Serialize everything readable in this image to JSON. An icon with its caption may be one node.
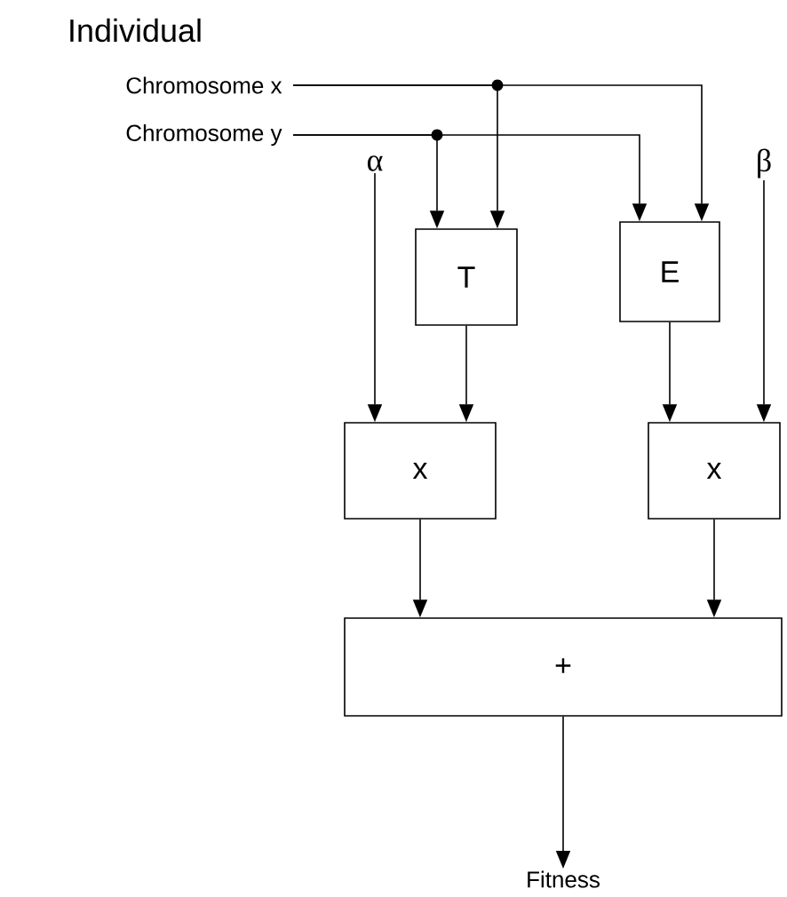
{
  "diagram": {
    "nodes": [
      {
        "text": [
          "Chromosome x"
        ]
      },
      {
        "text": [
          "Chromosome y"
        ]
      },
      {
        "text": [
          "α"
        ]
      },
      {
        "text": [
          "β"
        ]
      },
      {
        "text": [
          "T"
        ]
      },
      {
        "text": [
          "E"
        ]
      },
      {
        "text": [
          "x"
        ]
      },
      {
        "text": [
          "x"
        ]
      },
      {
        "text": [
          "+"
        ]
      },
      {
        "text": [
          "Fitness"
        ]
      }
    ],
    "edges": [
      {
        "from": 0,
        "to": 4,
        "arrow": "to"
      },
      {
        "from": 0,
        "to": 5,
        "arrow": "to"
      },
      {
        "from": 1,
        "to": 4,
        "arrow": "to"
      },
      {
        "from": 1,
        "to": 5,
        "arrow": "to"
      },
      {
        "from": 2,
        "to": 6,
        "arrow": "to"
      },
      {
        "from": 4,
        "to": 6,
        "arrow": "to"
      },
      {
        "from": 5,
        "to": 7,
        "arrow": "to"
      },
      {
        "from": 3,
        "to": 7,
        "arrow": "to"
      },
      {
        "from": 6,
        "to": 8,
        "arrow": "to"
      },
      {
        "from": 7,
        "to": 8,
        "arrow": "to"
      },
      {
        "from": 8,
        "to": 9,
        "arrow": "to"
      }
    ],
    "labels": [
      "Individual"
    ]
  }
}
